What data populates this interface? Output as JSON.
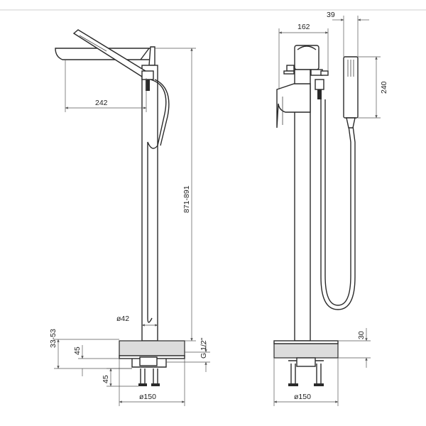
{
  "dimensions": {
    "spout_reach": "242",
    "height_range": "871-891",
    "column_diameter": "ø42",
    "side_adjust": "33-53",
    "front_45_upper": "45",
    "front_45_lower": "45",
    "thread": "G 1/2\"",
    "base_diameter_front": "ø150",
    "width": "162",
    "handshower_width": "39",
    "handshower_length": "240",
    "base_height": "30",
    "base_diameter_side": "ø150"
  }
}
